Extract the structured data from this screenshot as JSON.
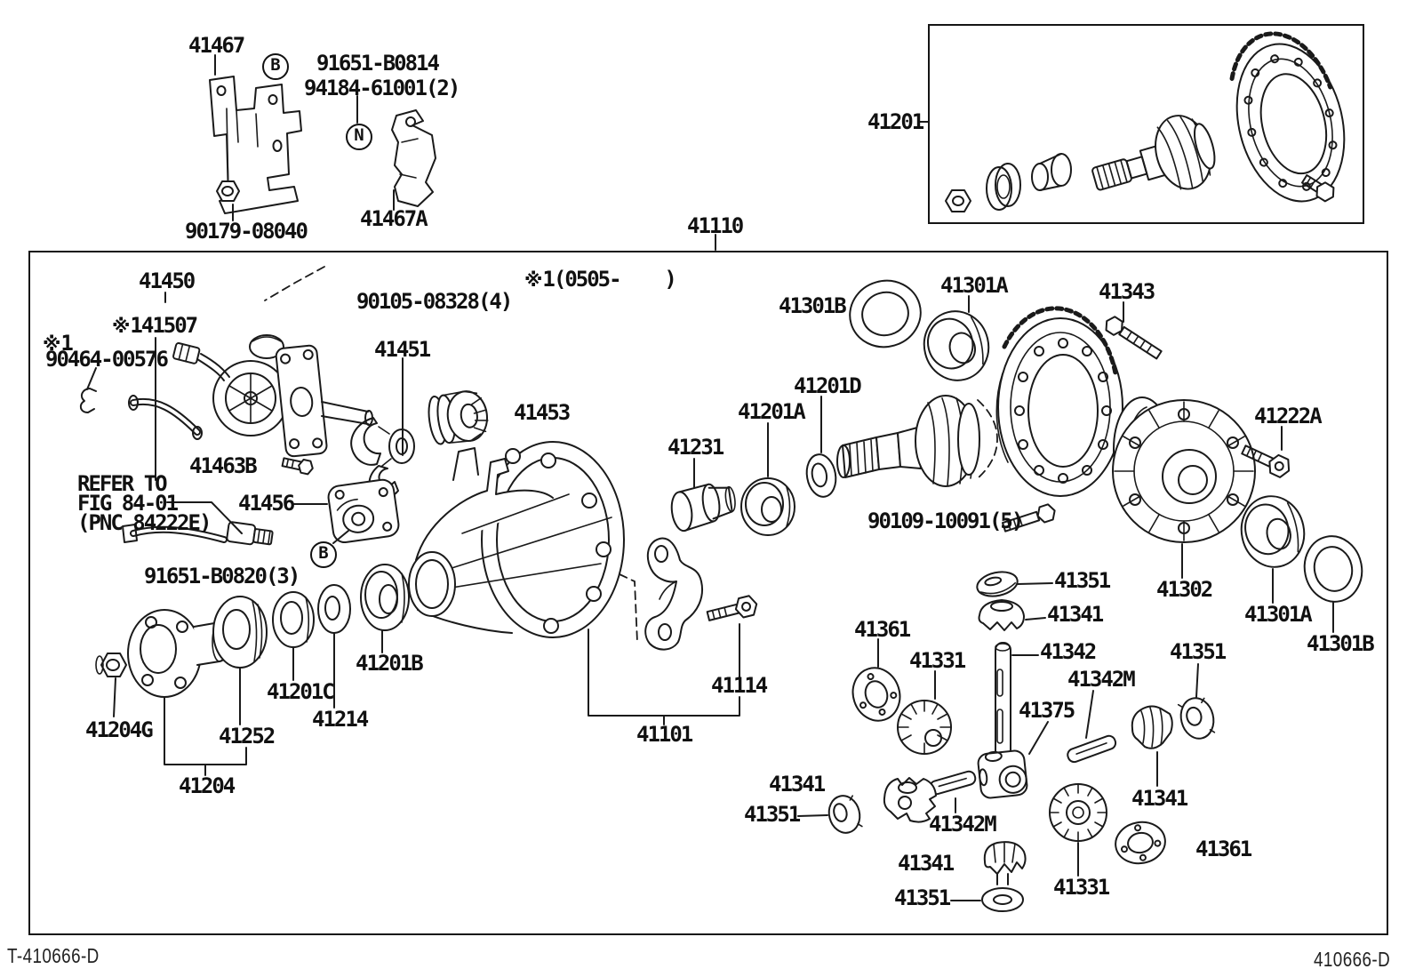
{
  "page": {
    "footer_left": "T-410666-D",
    "footer_right": "410666-D"
  },
  "refmark": "※",
  "circled": {
    "b1": "B",
    "b2": "B",
    "n": "N"
  },
  "callouts": {
    "c41467": "41467",
    "c91651b0814": "91651-B0814",
    "c94184": "94184-61001(2)",
    "c41467a": "41467A",
    "c90179": "90179-08040",
    "c41201": "41201",
    "c41110": "41110",
    "c0505": "1(0505-    )",
    "c41450": "41450",
    "c41507": "141507",
    "cref1": "1",
    "c90464": "90464-00576",
    "c90105": "90105-08328(4)",
    "c41451": "41451",
    "c41453": "41453",
    "c41463b": "41463B",
    "crefer_line1": "REFER TO",
    "crefer_line2": "FIG 84-01",
    "crefer_line3": "(PNC 84222E)",
    "c41456": "41456",
    "c91651b0820": "91651-B0820(3)",
    "c41201b": "41201B",
    "c41201c": "41201C",
    "c41214": "41214",
    "c41252": "41252",
    "c41204g": "41204G",
    "c41204": "41204",
    "c41231": "41231",
    "c41201a": "41201A",
    "c41201d": "41201D",
    "c41301b_top": "41301B",
    "c41301a_top": "41301A",
    "c41343": "41343",
    "c41222a": "41222A",
    "c90109": "90109-10091(5)",
    "c41351_mid": "41351",
    "c41341_mid": "41341",
    "c41342": "41342",
    "c41342m_right": "41342M",
    "c41375": "41375",
    "c41361_left": "41361",
    "c41331_left": "41331",
    "c41302": "41302",
    "c41301a_right": "41301A",
    "c41301b_right": "41301B",
    "c41351_right": "41351",
    "c41341_lower": "41341",
    "c41351_lower": "41351",
    "c41342m_bottom": "41342M",
    "c41341_bottom": "41341",
    "c41351_bottom": "41351",
    "c41331_bottom": "41331",
    "c41341_far": "41341",
    "c41361_bottom": "41361",
    "c41114": "41114",
    "c41101": "41101"
  }
}
